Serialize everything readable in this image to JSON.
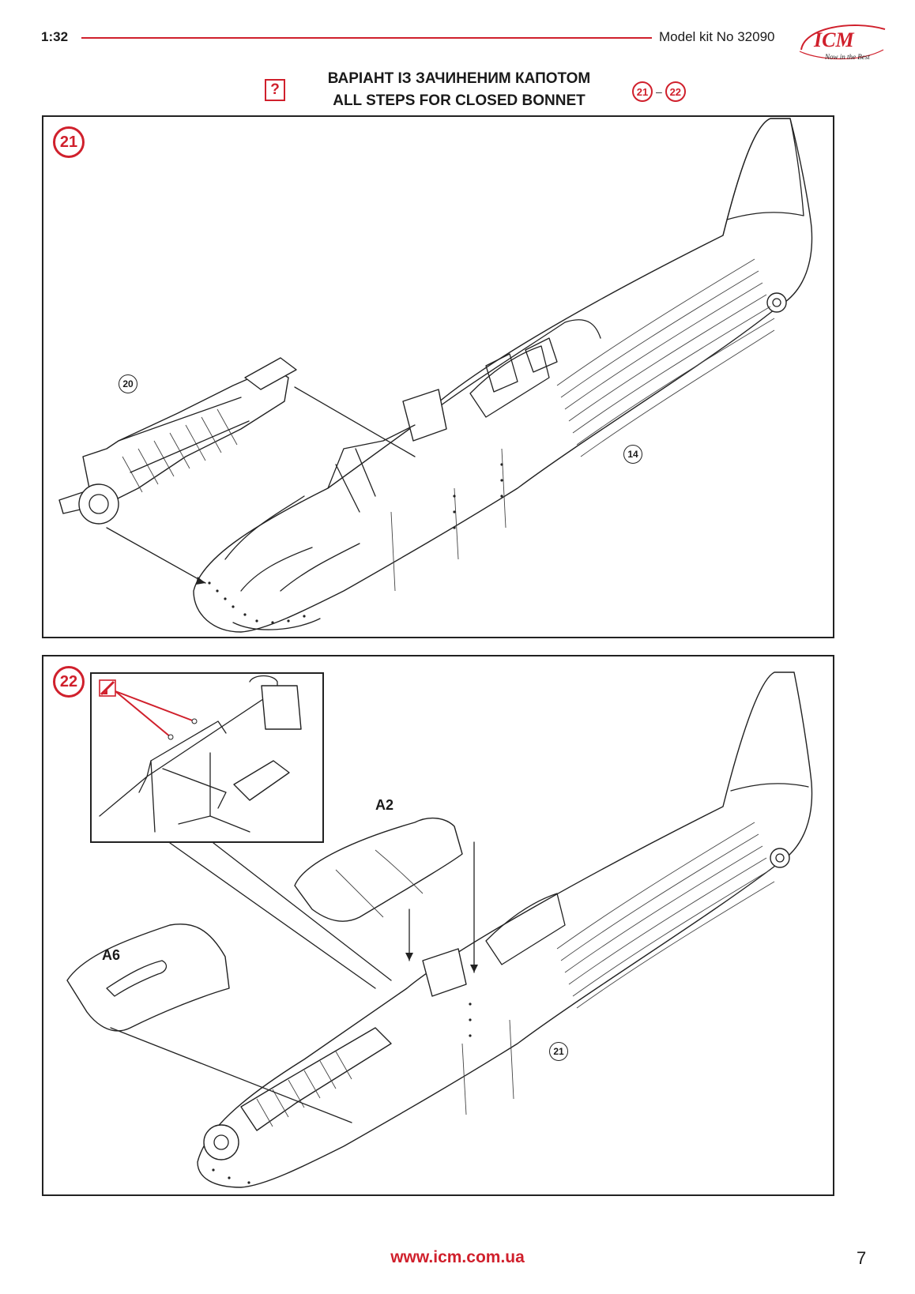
{
  "header": {
    "scale": "1:32",
    "kit_label": "Model kit No 32090",
    "logo": {
      "brand": "ICM",
      "tagline": "Now in the Best"
    }
  },
  "title": {
    "optional_icon": "?",
    "line_uk": "ВАРІАНТ ІЗ ЗАЧИНЕНИМ КАПОТОМ",
    "line_en": "ALL STEPS FOR CLOSED BONNET",
    "range_from": "21",
    "range_sep": "–",
    "range_to": "22"
  },
  "steps": [
    {
      "number": "21",
      "callouts": [
        "20",
        "14"
      ]
    },
    {
      "number": "22",
      "callouts": [
        "21"
      ],
      "parts": [
        "A2",
        "A6"
      ],
      "detail_icon": "paint-icon"
    }
  ],
  "footer": {
    "url": "www.icm.com.ua",
    "page": "7"
  },
  "colors": {
    "accent": "#d0202c",
    "line": "#222222"
  }
}
